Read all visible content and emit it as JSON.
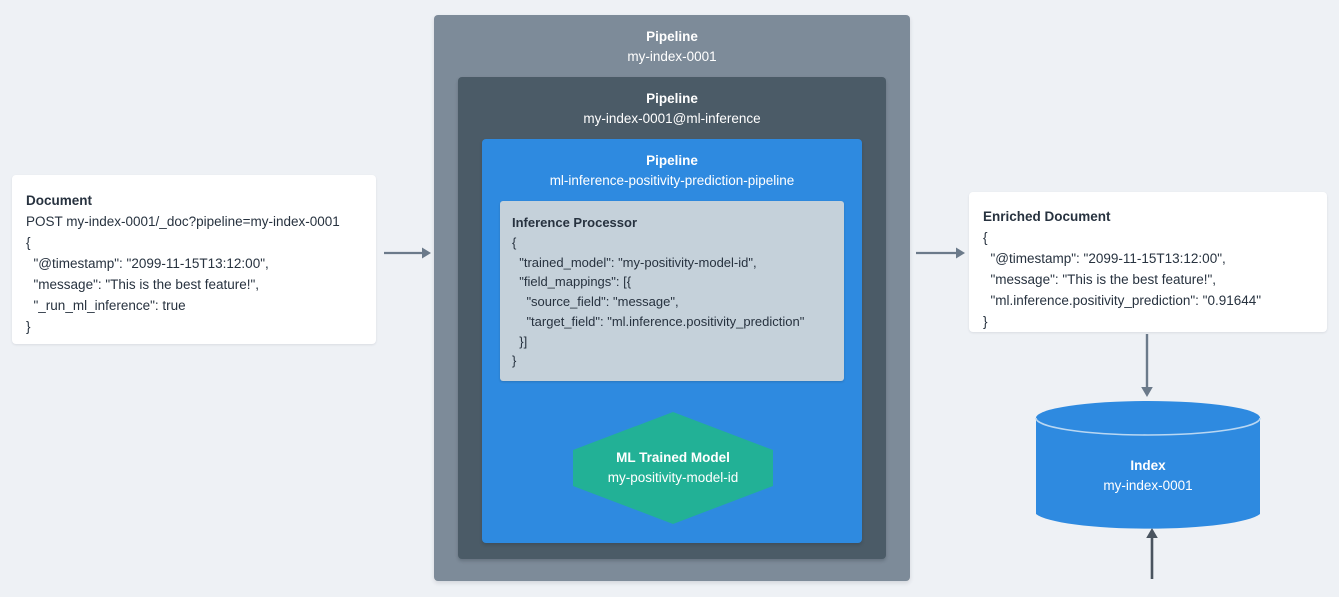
{
  "diagram": {
    "title": "Elasticsearch ML inference ingest pipeline flow",
    "background_color": "#eef1f5"
  },
  "document_card": {
    "title": "Document",
    "lines": [
      "POST my-index-0001/_doc?pipeline=my-index-0001",
      "{",
      "  \"@timestamp\": \"2099-11-15T13:12:00\",",
      "  \"message\": \"This is the best feature!\",",
      "  \"_run_ml_inference\": true",
      "}"
    ]
  },
  "pipelines": {
    "outer": {
      "kind": "Pipeline",
      "name": "my-index-0001",
      "color": "#7d8b99"
    },
    "middle": {
      "kind": "Pipeline",
      "name": "my-index-0001@ml-inference",
      "color": "#4b5b67"
    },
    "inner": {
      "kind": "Pipeline",
      "name": "ml-inference-positivity-prediction-pipeline",
      "color": "#2e8ae0"
    }
  },
  "inference_processor": {
    "title": "Inference Processor",
    "color": "#c5d1da",
    "lines": [
      "{",
      "  \"trained_model\": \"my-positivity-model-id\",",
      "  \"field_mappings\": [{",
      "    \"source_field\": \"message\",",
      "    \"target_field\": \"ml.inference.positivity_prediction\"",
      "  }]",
      "}"
    ]
  },
  "ml_model": {
    "kind": "ML Trained Model",
    "name": "my-positivity-model-id",
    "color": "#22b196"
  },
  "enriched_card": {
    "title": "Enriched Document",
    "lines": [
      "{",
      "  \"@timestamp\": \"2099-11-15T13:12:00\",",
      "  \"message\": \"This is the best feature!\",",
      "  \"ml.inference.positivity_prediction\": \"0.91644\"",
      "}"
    ]
  },
  "index": {
    "kind": "Index",
    "name": "my-index-0001",
    "color": "#2e8ae0"
  },
  "arrows": {
    "doc_to_pipeline": "document-to-pipeline-arrow",
    "pipeline_to_enriched": "pipeline-to-enriched-document-arrow",
    "enriched_to_index": "enriched-document-to-index-arrow",
    "model_to_processor": "ml-model-to-inference-processor-arrow",
    "color": "#6b7a8a"
  }
}
